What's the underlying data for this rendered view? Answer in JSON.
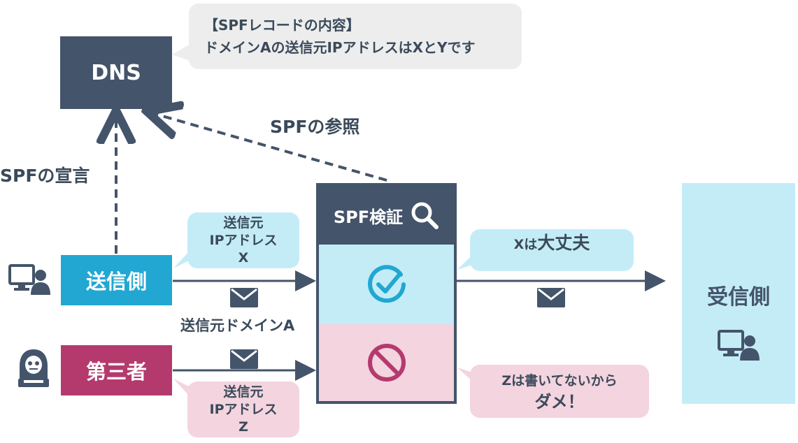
{
  "nodes": {
    "dns": "DNS",
    "sender": "送信側",
    "third_party": "第三者",
    "receiver": "受信側",
    "verify": "SPF検証"
  },
  "bubbles": {
    "spf_record_title": "【SPFレコードの内容】",
    "spf_record_body": "ドメインAの送信元IPアドレスはXとYです",
    "sender_ip_line1": "送信元",
    "sender_ip_line2": "IPアドレス",
    "sender_ip_line3": "X",
    "third_ip_line1": "送信元",
    "third_ip_line2": "IPアドレス",
    "third_ip_line3": "Z",
    "ok_small": "Xは",
    "ok_big": "大丈夫",
    "ng_line1": "Zは書いてないから",
    "ng_line2": "ダメ！"
  },
  "labels": {
    "spf_declare": "SPFの宣言",
    "spf_reference": "SPFの参照",
    "sender_domain": "送信元ドメインA"
  },
  "colors": {
    "navy": "#44546a",
    "cyan": "#21a7d2",
    "magenta": "#b43a6e",
    "light_cyan": "#c4ecf7",
    "light_pink": "#f3d4df",
    "bubble_gray": "#ededed"
  },
  "icons": {
    "pc_user": "pc-user-icon",
    "hacker": "hacker-icon",
    "mail": "mail-icon",
    "magnifier": "magnifier-icon",
    "check": "check-circle-icon",
    "prohibit": "prohibit-icon"
  }
}
